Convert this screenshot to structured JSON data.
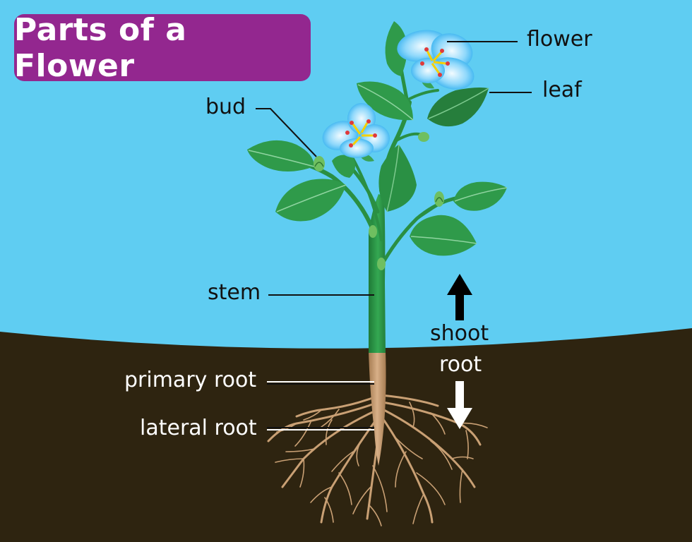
{
  "title": "Parts of a Flower",
  "labels": {
    "flower": "flower",
    "leaf": "leaf",
    "bud": "bud",
    "stem": "stem",
    "shoot": "shoot",
    "root": "root",
    "primary_root": "primary root",
    "lateral_root": "lateral root"
  },
  "colors": {
    "sky": "#5fcdf2",
    "soil": "#2e2410",
    "title_badge": "#93278f",
    "leaf": "#2f9a4a",
    "leaf_dark": "#1f6e33",
    "stem": "#2e9a45",
    "root": "#c9a074",
    "petal": "#38b6f0",
    "petal_light": "#d8f3ff",
    "stamen_center": "#f5d000",
    "stamen_tip": "#e03a3a"
  }
}
